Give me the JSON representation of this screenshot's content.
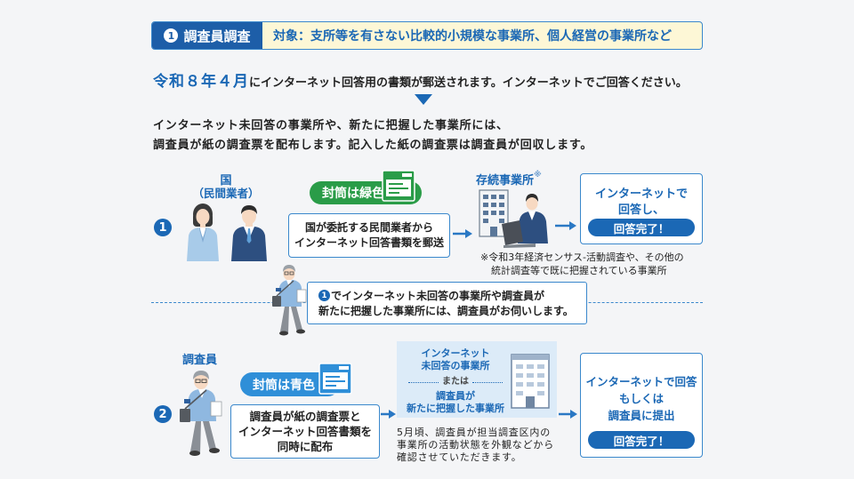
{
  "header": {
    "badge_number": "1",
    "badge_label": "調査員調査",
    "target_text": "対象：支所等を有さない比較的小規模な事業所、個人経営の事業所など"
  },
  "notice": {
    "date": "令和８年４月",
    "text": "にインターネット回答用の書類が郵送されます。インターネットでご回答ください。"
  },
  "description": {
    "line1": "インターネット未回答の事業所や、新たに把握した事業所には、",
    "line2": "調査員が紙の調査票を配布します。記入した紙の調査票は調査員が回収します。"
  },
  "step1": {
    "number": "1",
    "sender_line1": "国",
    "sender_line2": "（民間業者）",
    "envelope_label": "封筒は緑色",
    "action_line1": "国が委託する民間業者から",
    "action_line2": "インターネット回答書類を郵送",
    "recipient_label": "存続事業所",
    "recipient_mark": "※",
    "result_line1": "インターネットで",
    "result_line2": "回答し、",
    "result_badge": "回答完了！",
    "note_line1": "※令和3年経済センサス‐活動調査や、その他の",
    "note_line2": "統計調査等で既に把握されている事業所"
  },
  "visit_callout": {
    "ref_number": "1",
    "line1": "でインターネット未回答の事業所や調査員が",
    "line2": "新たに把握した事業所には、調査員がお伺いします。"
  },
  "step2": {
    "number": "2",
    "actor_label": "調査員",
    "envelope_label": "封筒は青色",
    "action_line1": "調査員が紙の調査票と",
    "action_line2": "インターネット回答書類を",
    "action_line3": "同時に配布",
    "target_group1_line1": "インターネット",
    "target_group1_line2": "未回答の事業所",
    "target_separator": "または",
    "target_group2_line1": "調査員が",
    "target_group2_line2": "新たに把握した事業所",
    "check_note_line1": "5月頃、調査員が担当調査区内の",
    "check_note_line2": "事業所の活動状態を外観などから",
    "check_note_line3": "確認させていただきます。",
    "result_line1": "インターネットで回答",
    "result_line2": "もしくは",
    "result_line3": "調査員に提出",
    "result_badge": "回答完了！"
  },
  "colors": {
    "primary": "#1b68b5",
    "header_blue": "#1d5ea8",
    "border_blue": "#3a88cc",
    "green_envelope": "#2a9c48",
    "blue_envelope": "#2f8fd8",
    "pale_blue": "#dcebf8",
    "pale_yellow": "#fdf7d6",
    "background": "#f4f5f7"
  },
  "icons": {
    "step1_sender": "business-people-icon",
    "step1_recipient": "office-worker-laptop-icon",
    "envelope_green": "green-envelope-icon",
    "envelope_blue": "blue-envelope-icon",
    "investigator": "walking-investigator-icon",
    "establishment": "building-icon"
  }
}
